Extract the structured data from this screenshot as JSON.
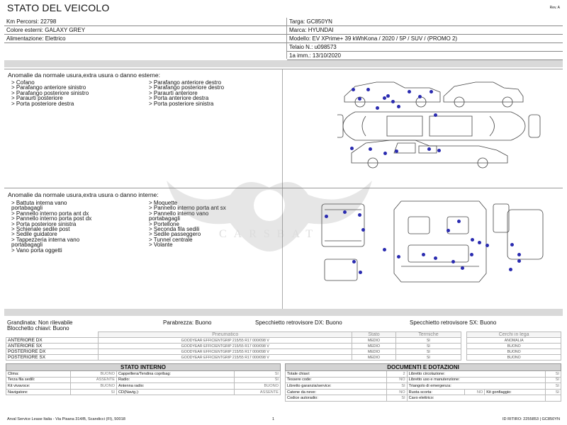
{
  "title": "STATO DEL VEICOLO",
  "rev": "Rev. A",
  "header_left": [
    {
      "label": "Km Percorsi:",
      "value": "22798"
    },
    {
      "label": "Colore esterni:",
      "value": "GALAXY GREY"
    },
    {
      "label": "Alimentazione:",
      "value": "Elettrico"
    }
  ],
  "header_right": [
    {
      "label": "Targa:",
      "value": "GC850YN"
    },
    {
      "label": "Marca:",
      "value": "HYUNDAI"
    },
    {
      "label": "Modello:",
      "value": "EV XPrime+ 39 kWhKona / 2020 / 5P / SUV / (PROMO 2)"
    },
    {
      "label": "Telaio N.:",
      "value": "u098573"
    },
    {
      "label": "1a imm.:",
      "value": "13/10/2020"
    }
  ],
  "external": {
    "title": "Anomalie da normale usura,extra usura o danno esterne:",
    "col1": [
      "> Cofano",
      "> Parafango anteriore sinistro",
      "> Parafango posteriore sinistro",
      "> Paraurti posteriore",
      "> Porta posteriore destra"
    ],
    "col2": [
      "> Parafango anteriore destro",
      "> Parafango posteriore destro",
      "> Paraurti anteriore",
      "> Porta anteriore destra",
      "> Porta posteriore sinistra"
    ]
  },
  "internal": {
    "title": "Anomalie da normale usura,extra usura o danno interne:",
    "col1": [
      "> Battuta interna vano",
      "portabagagli",
      "> Pannello interno porta ant dx",
      "> Pannello interno porta post dx",
      "> Porta posteriore sinistra",
      "> Schienale sedile post",
      "> Sedile guidatore",
      "> Tappezzeria interna vano",
      "portabagagli",
      "> Vano porta oggetti"
    ],
    "col2": [
      "> Moquette",
      "> Pannello interno porta ant sx",
      "> Pannello interno vano",
      "portabagagli",
      "> Portellone",
      "> Seconda fila sedili",
      "> Sedile passeggero",
      "> Tunnel centrale",
      "> Volante"
    ]
  },
  "watermark": "CARSBAT",
  "info": {
    "grandinata": "Grandinata: Non rilevabile",
    "parabrezza": "Parabrezza: Buono",
    "specchio_dx": "Specchietto retrovisore DX: Buono",
    "specchio_sx": "Specchietto retrovisore SX: Buono",
    "blocchetto": "Blocchetto chiavi: Buono"
  },
  "tyres": {
    "headers": [
      "Pneumatico",
      "Stato",
      "Termiche",
      "Cerchi in lega"
    ],
    "rows": [
      {
        "pos": "ANTERIORE DX",
        "tyre": "GOODYEAR EFFICIENTGRIP 215/55 R17 000/098 V",
        "stato": "MEDIO",
        "term": "SI",
        "cerchi": "ANOMALIA"
      },
      {
        "pos": "ANTERIORE SX",
        "tyre": "GOODYEAR EFFICIENTGRIP 215/55 R17 000/098 V",
        "stato": "MEDIO",
        "term": "SI",
        "cerchi": "BUONO"
      },
      {
        "pos": "POSTERIORE DX",
        "tyre": "GOODYEAR EFFICIENTGRIP 215/55 R17 000/098 V",
        "stato": "MEDIO",
        "term": "SI",
        "cerchi": "BUONO"
      },
      {
        "pos": "POSTERIORE SX",
        "tyre": "GOODYEAR EFFICIENTGRIP 215/55 R17 000/098 V",
        "stato": "MEDIO",
        "term": "SI",
        "cerchi": "BUONO"
      }
    ]
  },
  "stato_interno": {
    "title": "STATO INTERNO",
    "rows": [
      [
        "Clima:",
        "BUONO",
        "Cappelliera/Tendina copribag:",
        "SI"
      ],
      [
        "Terza fila sedili:",
        "ASSENTE",
        "Radio:",
        "SI"
      ],
      [
        "Kit vivavoce:",
        "BUONO",
        "Antenna radio:",
        "BUONO"
      ],
      [
        "Navigatore:",
        "SI",
        "CD(Navig.):",
        "ASSENTE"
      ]
    ]
  },
  "documenti": {
    "title": "DOCUMENTI E DOTAZIONI",
    "rows": [
      [
        "Totale chiavi:",
        "2",
        "Libretto circolazione:",
        "SI"
      ],
      [
        "Tessere code:",
        "NO",
        "Libretto uso e manutenzione:",
        "SI"
      ],
      [
        "Libretto garanzia/service:",
        "SI",
        "Triangolo di emergenza:",
        "SI"
      ],
      [
        "Catene da neve:",
        "NO",
        "Ruota scorta:",
        "NO",
        "Kit gonfiaggio:",
        "SI"
      ],
      [
        "Codice autoradio:",
        "SI",
        "Cavo elettrico:",
        ""
      ]
    ]
  },
  "footer": {
    "left": "Arval Service Lease Italia - Via Pisana 314/B, Scandicci (FI), 50018",
    "page": "1",
    "right": "ID RITIRO: 2255853 | GC850YN"
  }
}
